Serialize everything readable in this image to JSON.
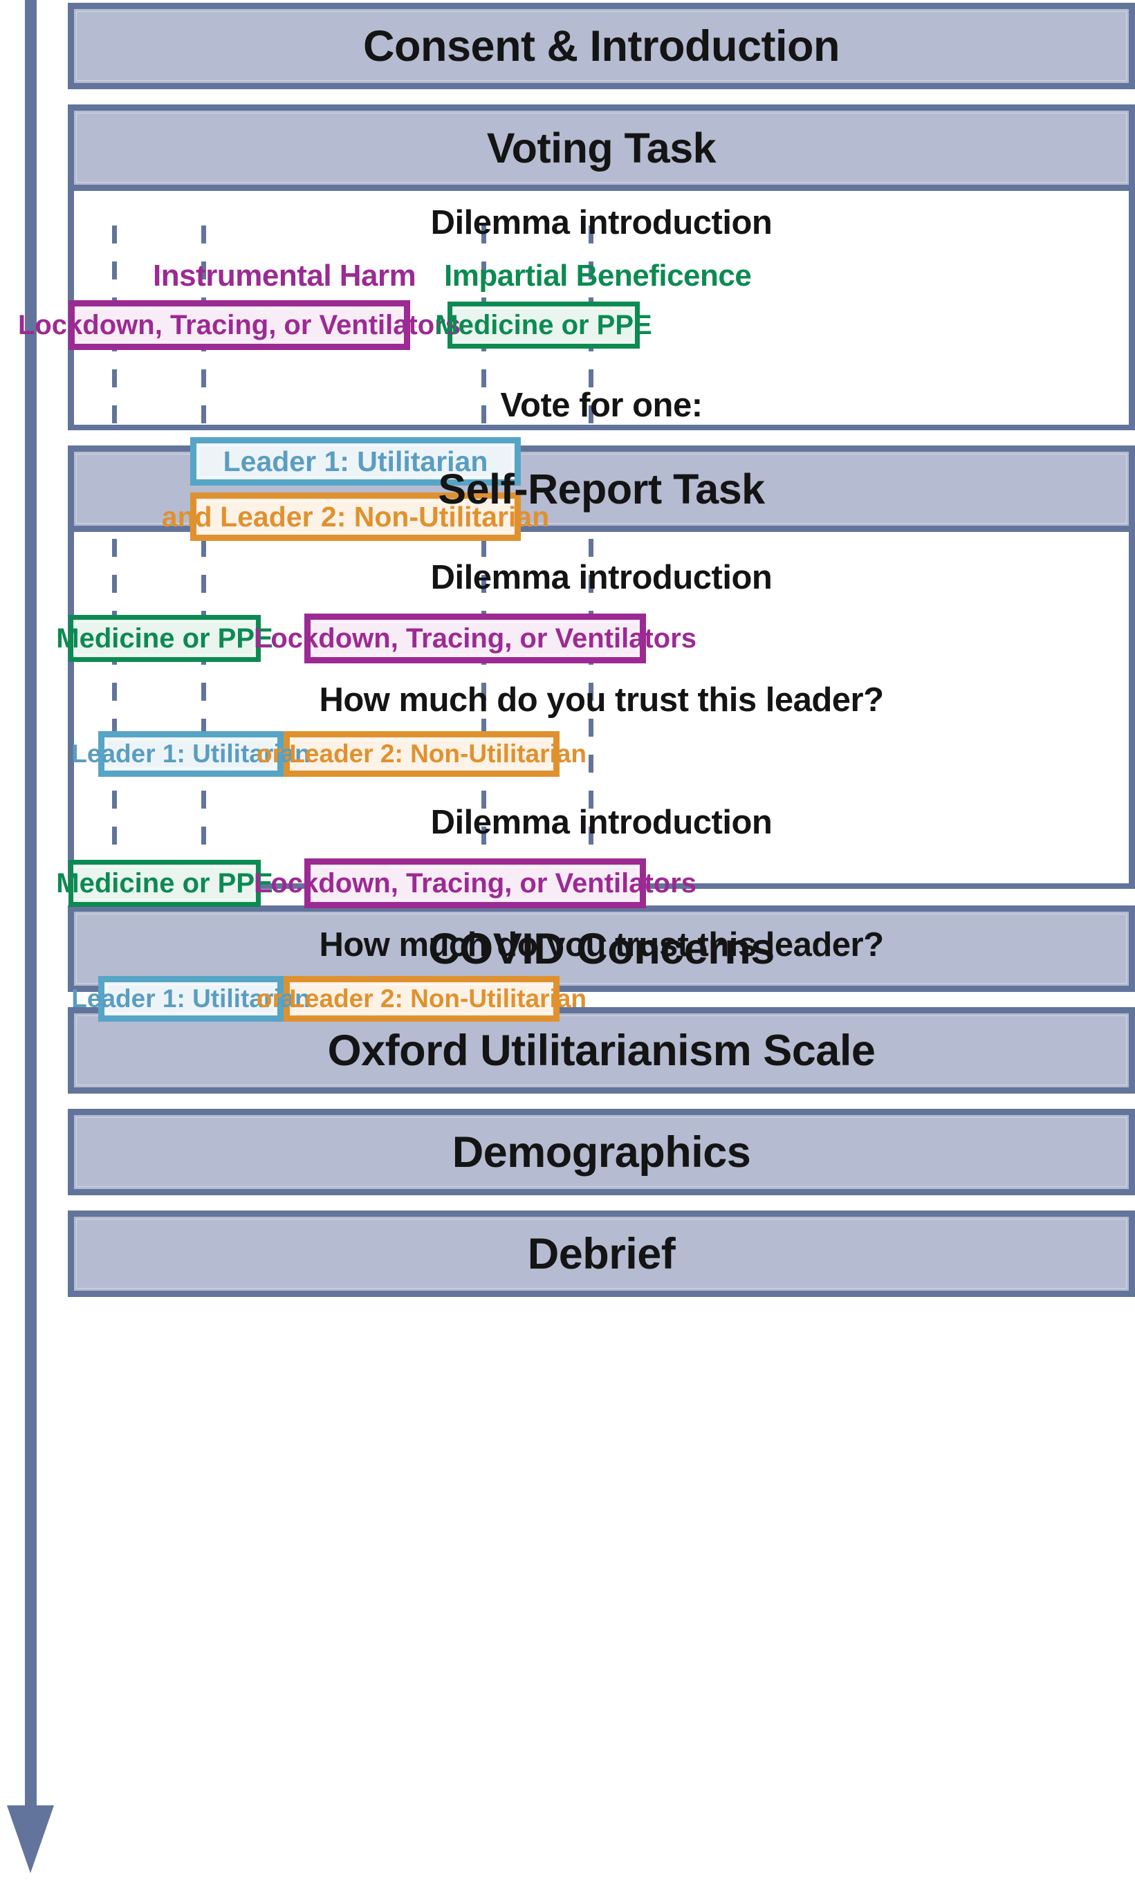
{
  "flow": {
    "arrow_name": "downward-progress-arrow",
    "accent_color": "#62749b"
  },
  "colors": {
    "frame": "#62749b",
    "frame_fill": "#b5bbd0",
    "instrumental_harm": "#9c2a93",
    "impartial_beneficence": "#0c8a52",
    "leader1": "#56a5c6",
    "leader2": "#e0912f"
  },
  "stages": {
    "consent": "Consent & Introduction",
    "voting_task": "Voting Task",
    "self_report_task": "Self-Report Task",
    "covid_concerns": "COVID Concerns",
    "oxford_scale": "Oxford Utilitarianism Scale",
    "demographics": "Demographics",
    "debrief": "Debrief"
  },
  "voting_task": {
    "dilemma_intro": "Dilemma introduction",
    "category_left": "Instrumental Harm",
    "category_right": "Impartial Beneficence",
    "dilemma_left": "Lockdown, Tracing, or Ventilators",
    "dilemma_right": "Medicine or PPE",
    "vote_prompt": "Vote for one:",
    "leader1": "Leader 1: Utilitarian",
    "leader2": "and Leader 2: Non-Utilitarian"
  },
  "self_report_task": {
    "blocks": [
      {
        "dilemma_intro": "Dilemma introduction",
        "dilemma_left": "Medicine or PPE",
        "dilemma_right": "Lockdown, Tracing, or Ventilators",
        "trust_prompt": "How much do you trust this leader?",
        "leader1": "Leader 1: Utilitarian",
        "leader2": "or Leader 2: Non-Utilitarian"
      },
      {
        "dilemma_intro": "Dilemma introduction",
        "dilemma_left": "Medicine or PPE",
        "dilemma_right": "Lockdown, Tracing, or Ventilators",
        "trust_prompt": "How much do you trust this leader?",
        "leader1": "Leader 1: Utilitarian",
        "leader2": "or Leader 2: Non-Utilitarian"
      }
    ]
  }
}
